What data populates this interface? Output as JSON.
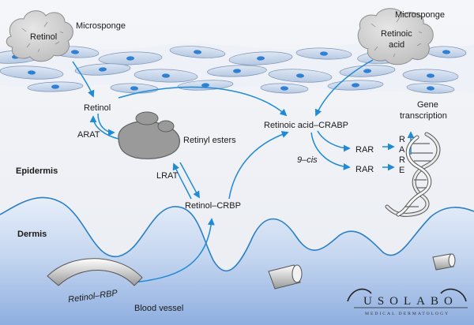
{
  "labels": {
    "microsponge_left": "Microsponge",
    "microsponge_right": "Microsponge",
    "sponge_left_text": "Retinol",
    "sponge_right_line1": "Retinoic",
    "sponge_right_line2": "acid",
    "retinol": "Retinol",
    "arat": "ARAT",
    "retinyl_esters": "Retinyl esters",
    "lrat": "LRAT",
    "retinol_crbp": "Retinol–CRBP",
    "retinoic_acid_crabp": "Retinoic acid–CRABP",
    "nine_cis": "9–cis",
    "rar_top": "RAR",
    "rar_bottom": "RAR",
    "gene_line1": "Gene",
    "gene_line2": "transcription",
    "rare_letters": [
      "R",
      "A",
      "R",
      "E"
    ],
    "epidermis": "Epidermis",
    "dermis": "Dermis",
    "retinol_rbp": "Retinol–RBP",
    "blood_vessel": "Blood vessel"
  },
  "logo": {
    "big": "USOLABO",
    "small": "MEDICAL DERMATOLOGY"
  },
  "colors": {
    "arrow": "#1f8ad6",
    "wave": "#2a7fc6",
    "cell_body": "#c9d7ea",
    "nucleus": "#2f7fd3",
    "sponge": "#cfcfcf",
    "dermis_top": "#dfe9f7",
    "dermis_bottom": "#8fb0e0"
  }
}
